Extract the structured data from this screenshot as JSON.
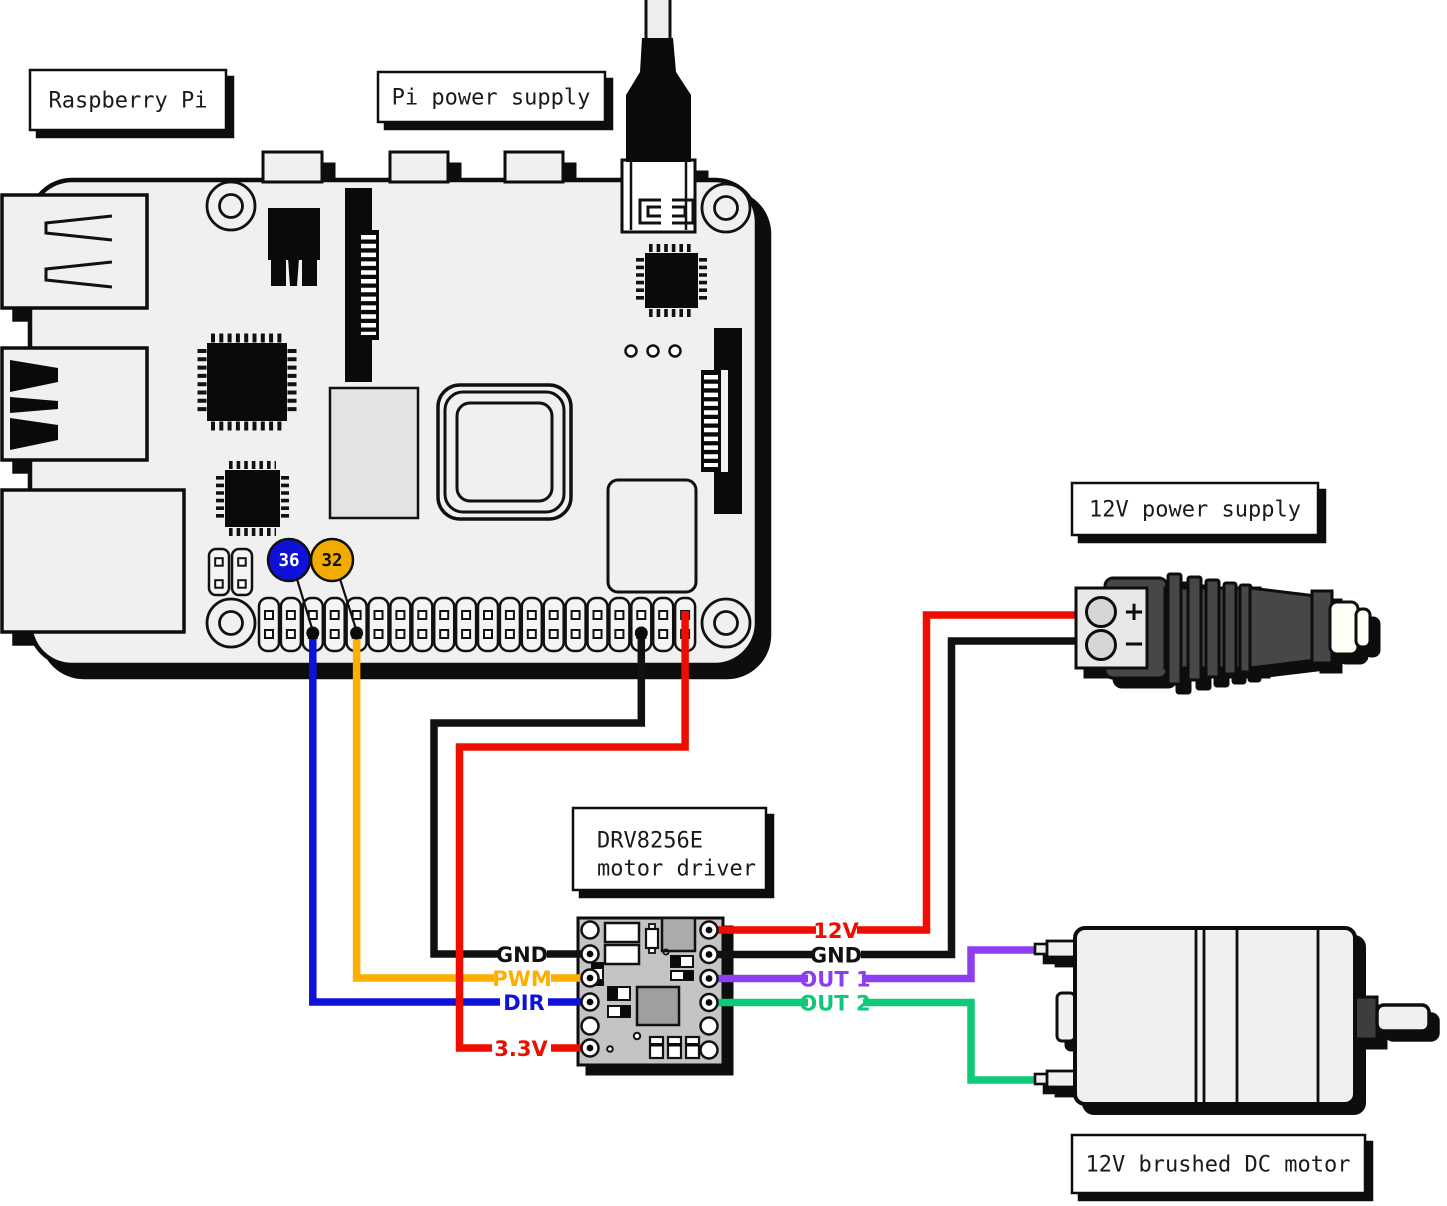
{
  "boxes": {
    "raspberry_pi": "Raspberry Pi",
    "pi_power_supply": "Pi power supply",
    "psu_12v": "12V power supply",
    "driver_line1": "DRV8256E",
    "driver_line2": "motor driver",
    "motor": "12V brushed DC motor"
  },
  "gpio": {
    "badge_36": "36",
    "badge_32": "32"
  },
  "driver_pins": {
    "left": [
      {
        "label": "GND",
        "color": "#111111"
      },
      {
        "label": "PWM",
        "color": "#ffae00"
      },
      {
        "label": "DIR",
        "color": "#0f10d8"
      },
      {
        "label": "3.3V",
        "color": "#ee0e00"
      }
    ],
    "right": [
      {
        "label": "12V",
        "color": "#ee0e00"
      },
      {
        "label": "GND",
        "color": "#111111"
      },
      {
        "label": "OUT 1",
        "color": "#8d3ef0"
      },
      {
        "label": "OUT 2",
        "color": "#0ec977"
      }
    ]
  },
  "psu": {
    "plus": "+",
    "minus": "−"
  },
  "colors": {
    "wire_red": "#ee0e00",
    "wire_black": "#111111",
    "wire_orange": "#ffae00",
    "wire_blue": "#0f10d8",
    "wire_purple": "#8d3ef0",
    "wire_green": "#0ec977",
    "badge_blue": "#0f10d8",
    "badge_amber": "#f2ac00"
  }
}
